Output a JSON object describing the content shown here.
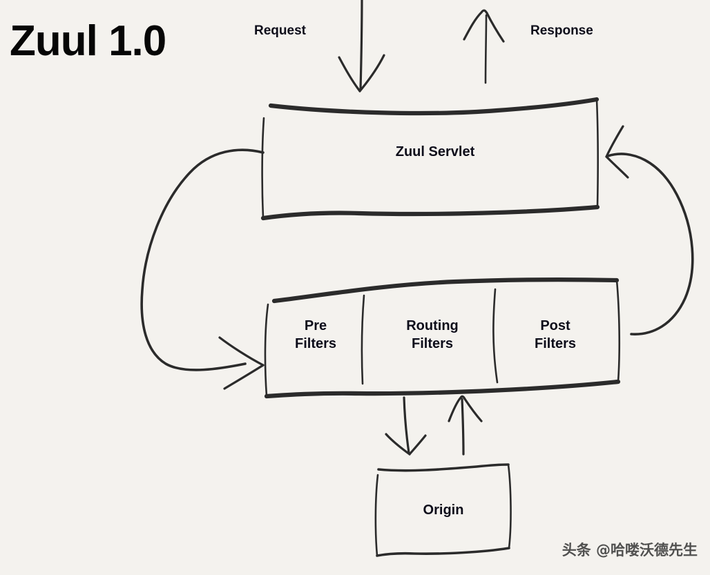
{
  "page": {
    "background_color": "#f4f2ee",
    "ink_color": "#2b2b2b",
    "text_color": "#0d0d1a"
  },
  "title": "Zuul 1.0",
  "io_labels": {
    "request": "Request",
    "response": "Response"
  },
  "nodes": {
    "servlet": "Zuul Servlet",
    "pre_filters": "Pre\nFilters",
    "routing_filters": "Routing\nFilters",
    "post_filters": "Post\nFilters",
    "origin": "Origin"
  },
  "icons": {
    "request_arrow": "arrow-down-icon",
    "response_arrow": "arrow-up-icon",
    "left_loop_arrow": "curved-arrow-right-icon",
    "right_loop_arrow": "curved-arrow-left-icon",
    "to_origin_arrow": "arrow-down-icon",
    "from_origin_arrow": "arrow-up-icon"
  },
  "watermark": "头条 @哈喽沃德先生",
  "chart_data": {
    "type": "diagram",
    "title": "Zuul 1.0",
    "nodes": [
      {
        "id": "servlet",
        "label": "Zuul Servlet"
      },
      {
        "id": "filters",
        "label": "Filters",
        "compartments": [
          "Pre Filters",
          "Routing Filters",
          "Post Filters"
        ]
      },
      {
        "id": "origin",
        "label": "Origin"
      }
    ],
    "edges": [
      {
        "from": "external",
        "to": "servlet",
        "label": "Request",
        "direction": "down"
      },
      {
        "from": "servlet",
        "to": "external",
        "label": "Response",
        "direction": "up"
      },
      {
        "from": "servlet",
        "to": "filters",
        "label": "",
        "direction": "left-loop"
      },
      {
        "from": "filters",
        "to": "servlet",
        "label": "",
        "direction": "right-loop"
      },
      {
        "from": "filters",
        "to": "origin",
        "label": "",
        "direction": "down"
      },
      {
        "from": "origin",
        "to": "filters",
        "label": "",
        "direction": "up"
      }
    ]
  }
}
